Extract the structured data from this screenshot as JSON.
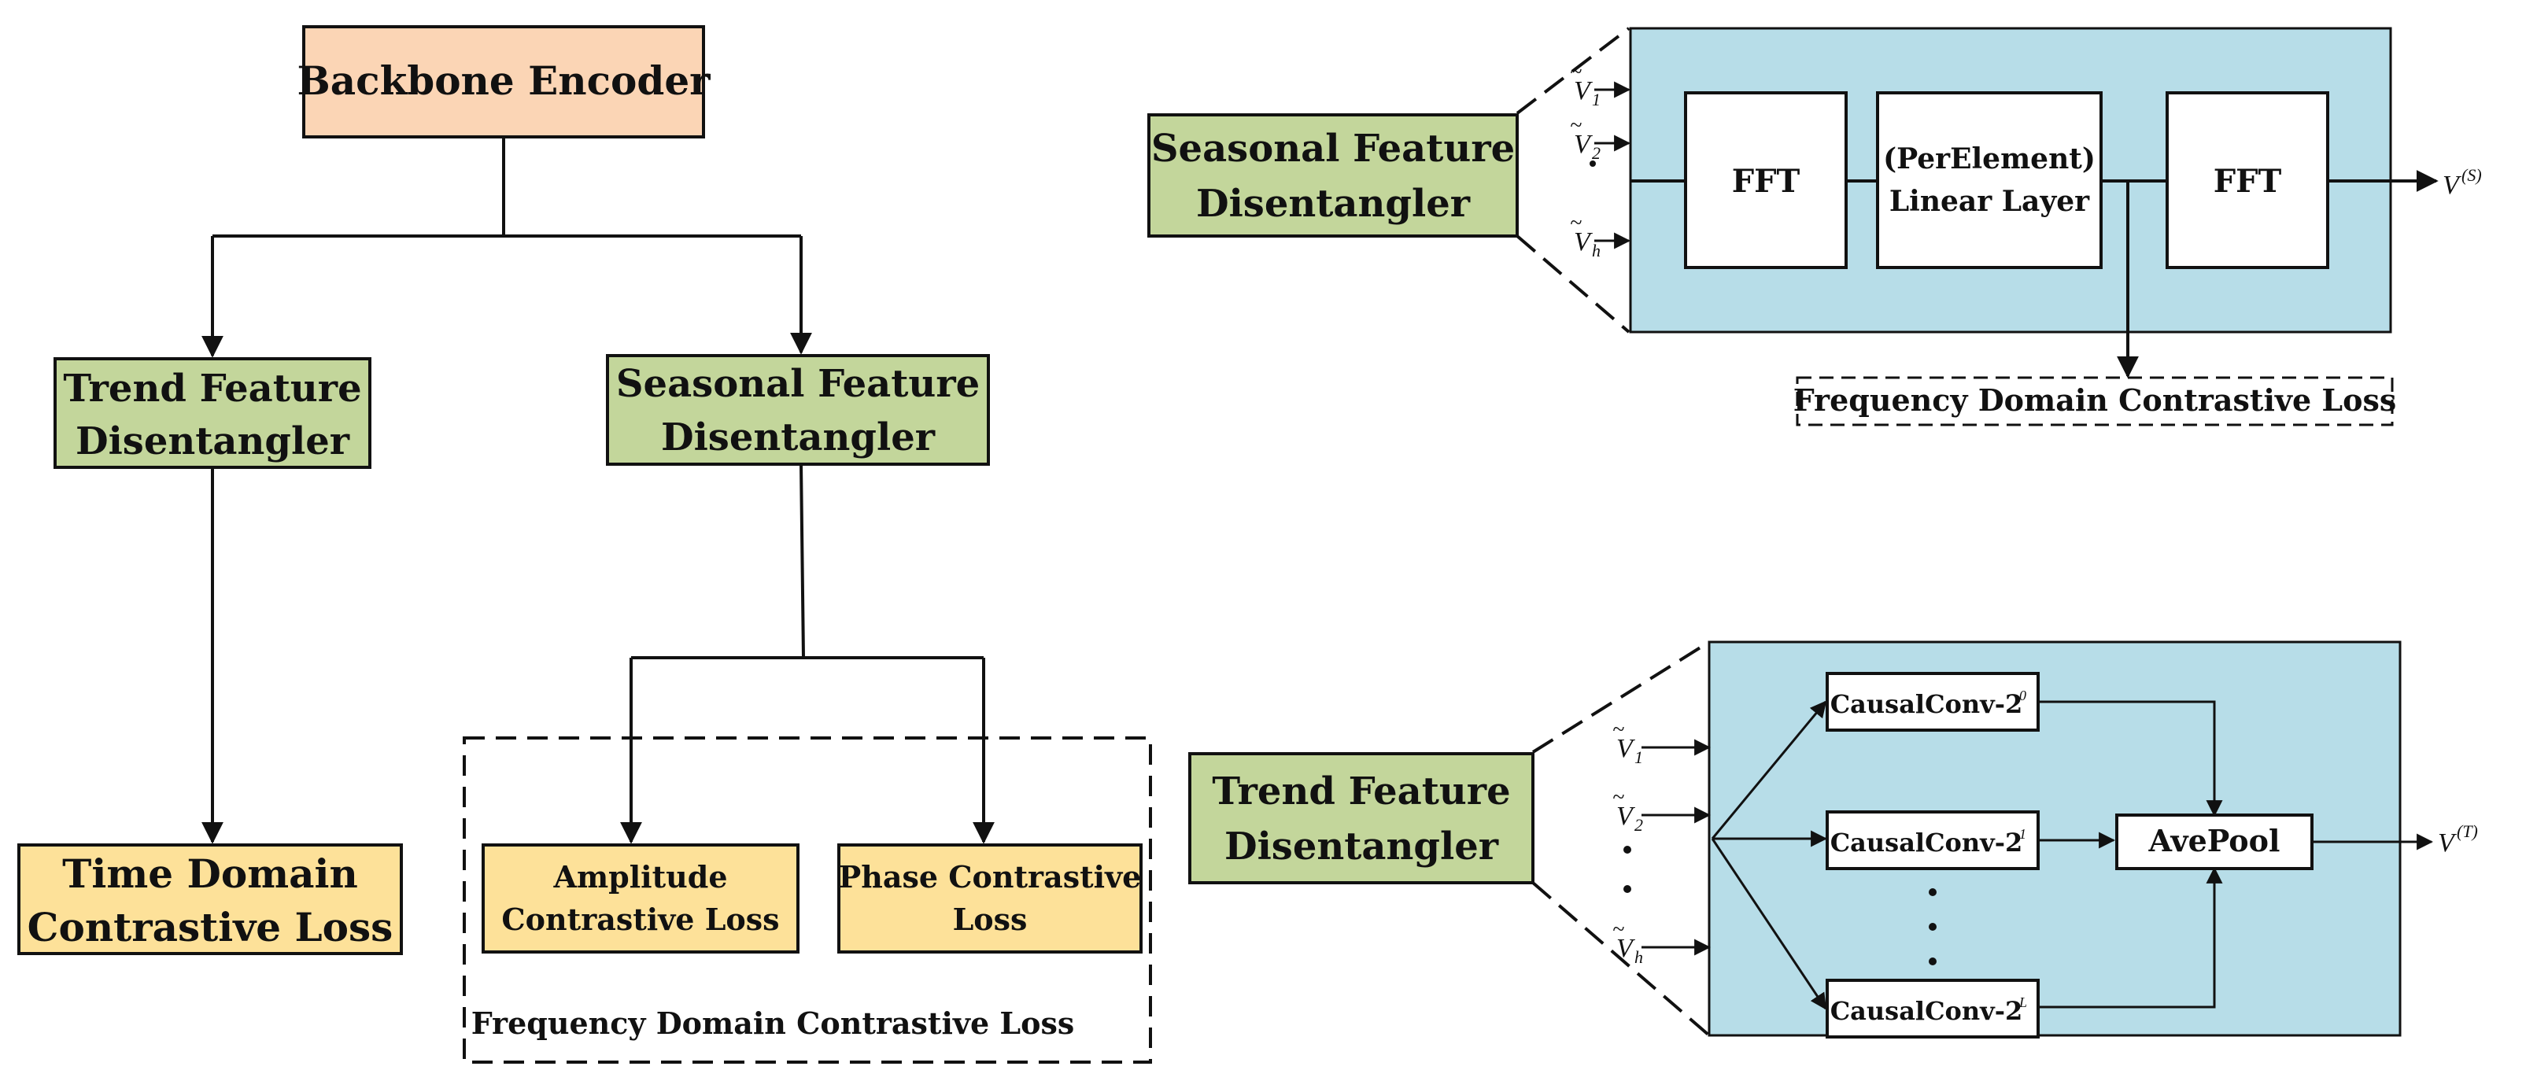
{
  "tree": {
    "backbone": "Backbone Encoder",
    "trend": [
      "Trend Feature",
      "Disentangler"
    ],
    "seasonal": [
      "Seasonal Feature",
      "Disentangler"
    ],
    "time_loss": [
      "Time Domain",
      "Contrastive Loss"
    ],
    "amp_loss": [
      "Amplitude",
      "Contrastive Loss"
    ],
    "phase_loss": [
      "Phase Contrastive",
      "Loss"
    ],
    "freq_group": "Frequency Domain Contrastive Loss"
  },
  "seasonal_detail": {
    "block": [
      "Seasonal Feature",
      "Disentangler"
    ],
    "inputs": [
      {
        "sym": "V",
        "sub": "1"
      },
      {
        "sym": "V",
        "sub": "2"
      },
      {
        "sym": "V",
        "sub": "h"
      }
    ],
    "fft1": "FFT",
    "linear": [
      "(PerElement)",
      "Linear Layer"
    ],
    "fft2": "FFT",
    "output": {
      "sym": "V",
      "sup": "(S)"
    },
    "loss": "Frequency Domain Contrastive Loss"
  },
  "trend_detail": {
    "block": [
      "Trend Feature",
      "Disentangler"
    ],
    "inputs": [
      {
        "sym": "V",
        "sub": "1"
      },
      {
        "sym": "V",
        "sub": "2"
      },
      {
        "sym": "V",
        "sub": "h"
      }
    ],
    "conv_label": "CausalConv-2",
    "conv_sups": [
      "0",
      "1",
      "L"
    ],
    "avepool": "AvePool",
    "output": {
      "sym": "V",
      "sup": "(T)"
    }
  },
  "colors": {
    "backbone_fill": "#fbd5b5",
    "disentangler_fill": "#c3d69b",
    "loss_fill": "#fde199",
    "detail_bg": "#b7dde8",
    "stroke": "#111111"
  }
}
